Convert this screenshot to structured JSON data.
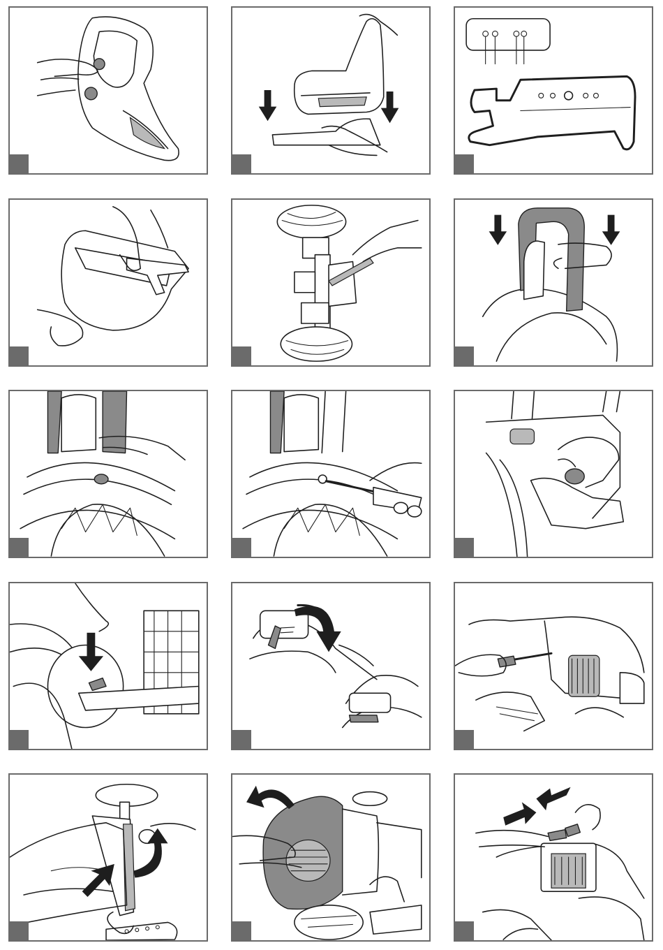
{
  "figure": {
    "panels": [
      {
        "id": "step-1",
        "scene": "seat-knob-adjust"
      },
      {
        "id": "step-2",
        "scene": "seat-onto-bracket"
      },
      {
        "id": "step-3",
        "scene": "bracket-screw-holes"
      },
      {
        "id": "step-4",
        "scene": "bracket-under-seat"
      },
      {
        "id": "step-5",
        "scene": "rear-axle-wrench"
      },
      {
        "id": "step-6",
        "scene": "fender-insert"
      },
      {
        "id": "step-7",
        "scene": "fender-press"
      },
      {
        "id": "step-8",
        "scene": "fender-screw"
      },
      {
        "id": "step-9",
        "scene": "cap-fit"
      },
      {
        "id": "step-10",
        "scene": "clip-press"
      },
      {
        "id": "step-11",
        "scene": "lever-rotate"
      },
      {
        "id": "step-12",
        "scene": "hood-screw"
      },
      {
        "id": "step-13",
        "scene": "hood-release"
      },
      {
        "id": "step-14",
        "scene": "hood-tilt"
      },
      {
        "id": "step-15",
        "scene": "battery-connect"
      }
    ],
    "colors": {
      "frame": "#6a6a6a",
      "badge": "#6b6b6b",
      "ink": "#1e1e1e",
      "shade": "#8a8a8a"
    }
  }
}
